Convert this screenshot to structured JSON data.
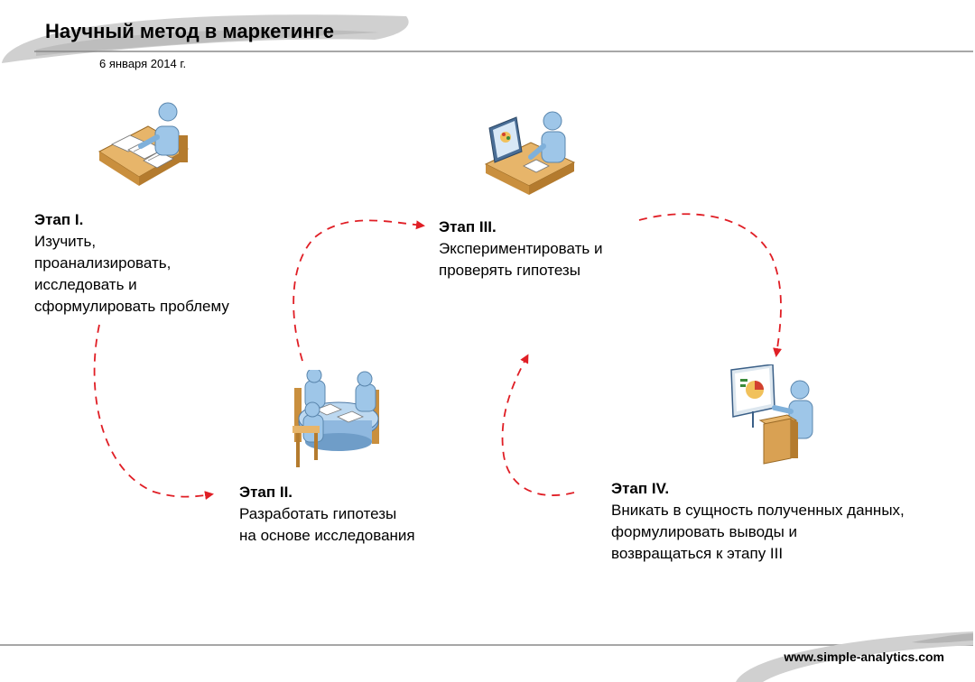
{
  "header": {
    "title": "Научный метод в маркетинге",
    "date": "6 января 2014 г."
  },
  "stages": [
    {
      "head": "Этап I.",
      "lines": [
        "Изучить,",
        "проанализировать,",
        "исследовать и",
        "сформулировать проблему"
      ],
      "icon": "person-at-desk-with-papers-icon"
    },
    {
      "head": "Этап II.",
      "lines": [
        "Разработать гипотезы",
        "на основе исследования"
      ],
      "icon": "meeting-at-round-table-icon"
    },
    {
      "head": "Этап III.",
      "lines": [
        "Экспериментировать и",
        "проверять гипотезы"
      ],
      "icon": "person-at-computer-icon"
    },
    {
      "head": "Этап IV.",
      "lines": [
        "Вникать в сущность полученных данных,",
        "формулировать выводы и",
        "возвращаться к этапу III"
      ],
      "icon": "presenter-at-podium-icon"
    }
  ],
  "footer": {
    "url": "www.simple-analytics.com"
  },
  "colors": {
    "arrow": "#e01e25",
    "swoosh": "#c8c8c8",
    "figure": "#9ec6e8",
    "desk": "#e7b56a"
  }
}
